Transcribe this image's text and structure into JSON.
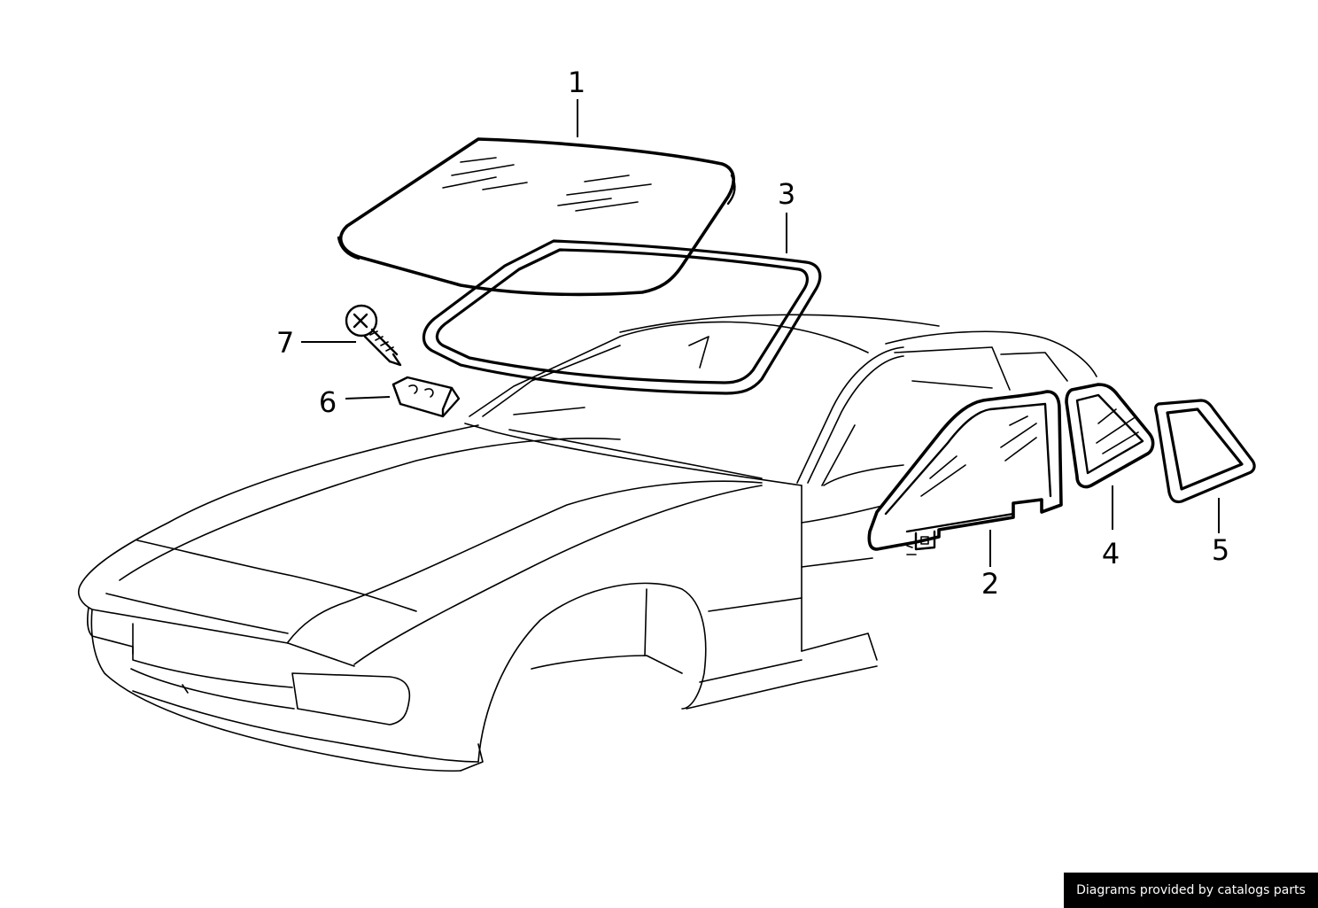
{
  "diagram": {
    "callouts": [
      {
        "number": "1",
        "part": "windshield-glass"
      },
      {
        "number": "2",
        "part": "door-window-glass"
      },
      {
        "number": "3",
        "part": "windshield-seal"
      },
      {
        "number": "4",
        "part": "quarter-window-glass"
      },
      {
        "number": "5",
        "part": "quarter-window-seal"
      },
      {
        "number": "6",
        "part": "clip"
      },
      {
        "number": "7",
        "part": "screw"
      }
    ]
  },
  "footer": {
    "credit": "Diagrams provided by catalogs parts"
  },
  "colors": {
    "line": "#000000",
    "background": "#ffffff",
    "badge_background": "#000000",
    "badge_text": "#ffffff"
  }
}
